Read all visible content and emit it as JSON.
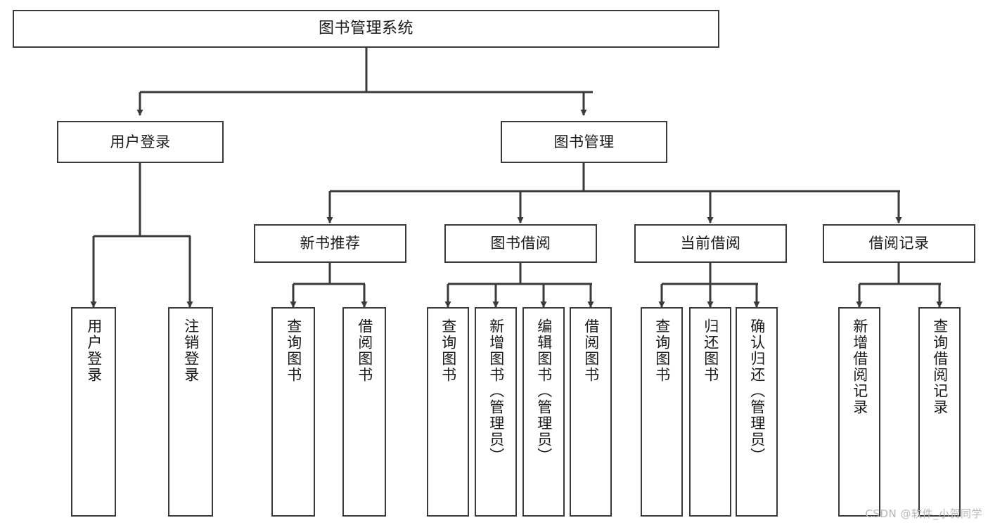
{
  "diagram": {
    "title": "图书管理系统",
    "type": "hierarchy-tree",
    "watermark": "CSDN @软件_小贺同学",
    "colors": {
      "background": "#ffffff",
      "box_border": "#3a3a3a",
      "box_fill": "#ffffff",
      "edge": "#3a3a3a",
      "text": "#1a1a1a",
      "watermark": "#b9b9b9"
    },
    "nodes": {
      "root": {
        "label": "图书管理系统"
      },
      "level1": [
        {
          "id": "user-login",
          "label": "用户登录"
        },
        {
          "id": "book-manage",
          "label": "图书管理"
        }
      ],
      "level2": [
        {
          "id": "new-book-recommend",
          "label": "新书推荐"
        },
        {
          "id": "book-borrow",
          "label": "图书借阅"
        },
        {
          "id": "current-borrow",
          "label": "当前借阅"
        },
        {
          "id": "borrow-record",
          "label": "借阅记录"
        }
      ],
      "leaves": {
        "user_login": [
          {
            "id": "leaf-user-login",
            "label": "用户登录"
          },
          {
            "id": "leaf-logout",
            "label": "注销登录"
          }
        ],
        "new_book_recommend": [
          {
            "id": "leaf-query-book-1",
            "label": "查询图书"
          },
          {
            "id": "leaf-borrow-book-1",
            "label": "借阅图书"
          }
        ],
        "book_borrow": [
          {
            "id": "leaf-query-book-2",
            "label": "查询图书"
          },
          {
            "id": "leaf-add-book",
            "label": "新增图书（管理员）"
          },
          {
            "id": "leaf-edit-book",
            "label": "编辑图书（管理员）"
          },
          {
            "id": "leaf-borrow-book-2",
            "label": "借阅图书"
          }
        ],
        "current_borrow": [
          {
            "id": "leaf-query-book-3",
            "label": "查询图书"
          },
          {
            "id": "leaf-return-book",
            "label": "归还图书"
          },
          {
            "id": "leaf-confirm-return",
            "label": "确认归还（管理员）"
          }
        ],
        "borrow_record": [
          {
            "id": "leaf-add-record",
            "label": "新增借阅记录"
          },
          {
            "id": "leaf-query-record",
            "label": "查询借阅记录"
          }
        ]
      }
    }
  }
}
